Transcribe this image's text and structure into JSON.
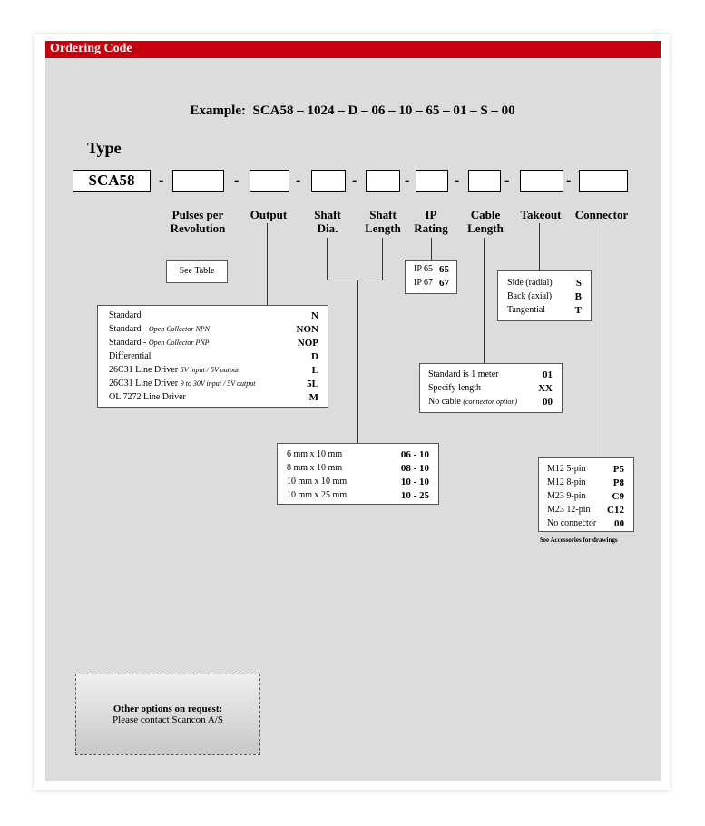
{
  "header": {
    "title": "Ordering Code"
  },
  "example": {
    "label": "Example:",
    "code": "SCA58 – 1024 – D – 06 – 10 – 65 – 01 – S – 00"
  },
  "type_label": "Type",
  "model": "SCA58",
  "dash": "-",
  "columns": {
    "pulses": [
      "Pulses per",
      "Revolution"
    ],
    "output": "Output",
    "shaft_dia": [
      "Shaft",
      "Dia."
    ],
    "shaft_length": [
      "Shaft",
      "Length"
    ],
    "ip": [
      "IP",
      "Rating"
    ],
    "cable": [
      "Cable",
      "Length"
    ],
    "takeout": "Takeout",
    "connector": "Connector"
  },
  "pulses_box": "See Table",
  "ip_box": [
    {
      "label": "IP 65",
      "code": "65"
    },
    {
      "label": "IP 67",
      "code": "67"
    }
  ],
  "takeout_box": [
    {
      "label": "Side  (radial)",
      "code": "S"
    },
    {
      "label": "Back (axial)",
      "code": "B"
    },
    {
      "label": "Tangential",
      "code": "T"
    }
  ],
  "output_box": [
    {
      "label": "Standard",
      "note": "",
      "code": "N"
    },
    {
      "label": "Standard  - ",
      "note": "Open Collector  NPN",
      "code": "NON"
    },
    {
      "label": "Standard  - ",
      "note": "Open Collector  PNP",
      "code": "NOP"
    },
    {
      "label": "Differential",
      "note": "",
      "code": "D"
    },
    {
      "label": "26C31 Line Driver  ",
      "note": "5V input / 5V output",
      "code": "L"
    },
    {
      "label": "26C31 Line Driver  ",
      "note": "9 to 30V input / 5V output",
      "code": "5L"
    },
    {
      "label": "OL 7272 Line Driver",
      "note": "",
      "code": "M"
    }
  ],
  "cable_box": [
    {
      "label": "Standard is 1 meter",
      "note": "",
      "code": "01"
    },
    {
      "label": "Specify length",
      "note": "",
      "code": "XX"
    },
    {
      "label": "No cable  ",
      "note": "(connector option)",
      "code": "00"
    }
  ],
  "shaft_box": [
    {
      "label": "6 mm x 10 mm",
      "code": "06  -  10"
    },
    {
      "label": "8 mm x 10 mm",
      "code": "08  -  10"
    },
    {
      "label": "10 mm x 10 mm",
      "code": "10  -  10"
    },
    {
      "label": "10 mm x 25 mm",
      "code": "10  -  25"
    }
  ],
  "connector_box": [
    {
      "label": "M12   5-pin",
      "code": "P5"
    },
    {
      "label": "M12   8-pin",
      "code": "P8"
    },
    {
      "label": "M23   9-pin",
      "code": "C9"
    },
    {
      "label": "M23   12-pin",
      "code": "C12"
    },
    {
      "label": "No connector",
      "code": "00"
    }
  ],
  "connector_note": "See Accessories for drawings",
  "options": {
    "title": "Other options on request:",
    "text": "Please contact Scancon A/S"
  }
}
